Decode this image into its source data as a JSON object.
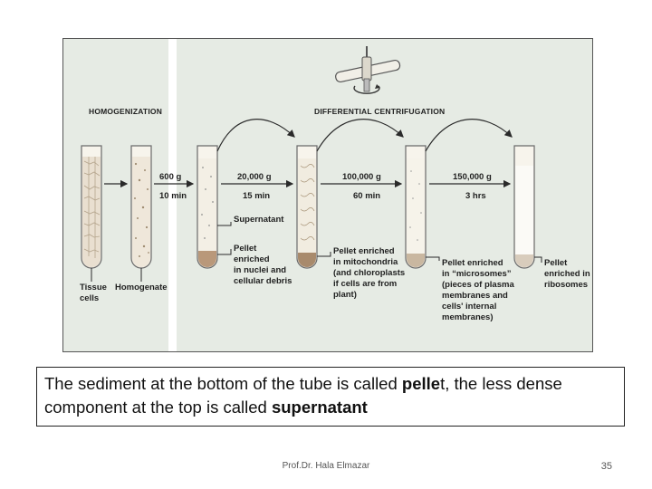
{
  "figure": {
    "headers": {
      "homogenization": "HOMOGENIZATION",
      "differential_centrifugation": "DIFFERENTIAL CENTRIFUGATION"
    },
    "spins": [
      {
        "force": "600 g",
        "time": "10 min"
      },
      {
        "force": "20,000 g",
        "time": "15 min"
      },
      {
        "force": "100,000 g",
        "time": "60 min"
      },
      {
        "force": "150,000 g",
        "time": "3 hrs"
      }
    ],
    "tube_labels": {
      "tissue_cells": [
        "Tissue",
        "cells"
      ],
      "homogenate": [
        "Homogenate"
      ],
      "supernatant": [
        "Supernatant"
      ],
      "pellet1": [
        "Pellet",
        "enriched",
        "in nuclei and",
        "cellular debris"
      ],
      "pellet2": [
        "Pellet enriched",
        "in mitochondria",
        "(and chloroplasts",
        "if cells are from",
        "plant)"
      ],
      "pellet3": [
        "Pellet enriched",
        "in “microsomes”",
        "(pieces of plasma",
        "membranes and",
        "cells' internal",
        "membranes)"
      ],
      "pellet4": [
        "Pellet",
        "enriched in",
        "ribosomes"
      ]
    }
  },
  "caption": {
    "text1": "The sediment at the bottom of the tube is called ",
    "pellet": "pelle",
    "text2": "t, the less dense component at the top is called ",
    "supernatant": "supernatant"
  },
  "footer": {
    "author": "Prof.Dr. Hala Elmazar",
    "page": "35"
  },
  "colors": {
    "figure_bg": "#e6ebe4",
    "divider": "#ffffff",
    "pellet": "#b9987a",
    "accent": "#1f1f1f"
  }
}
